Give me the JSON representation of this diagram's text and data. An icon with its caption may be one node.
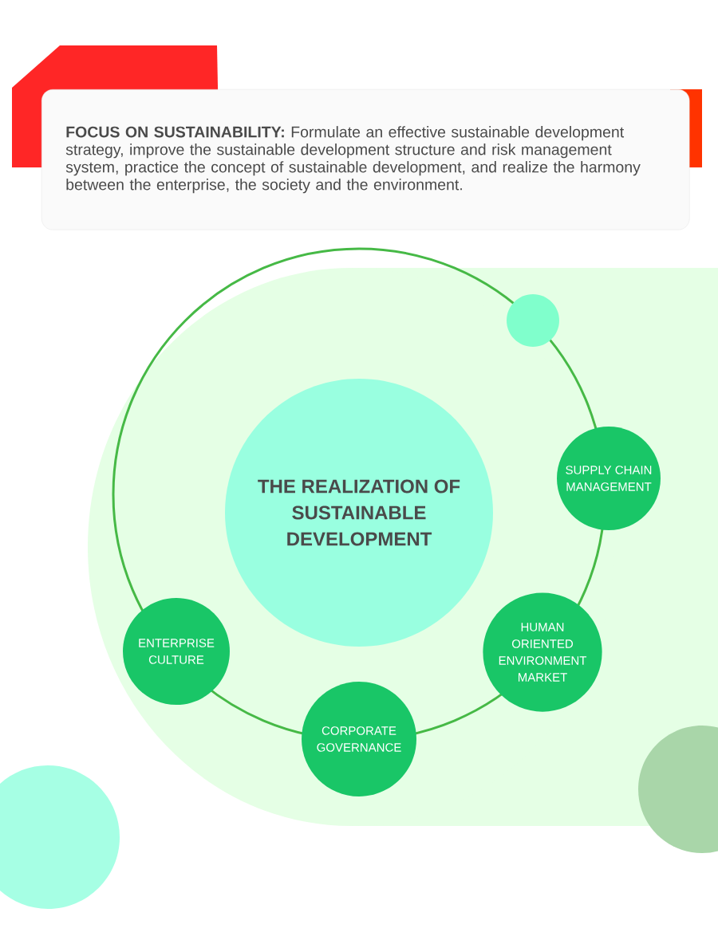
{
  "diagram": {
    "nodes": [
      {
        "text": [
          "**FOCUS ON SUSTAINABILITY:** Formulate an effective sustainable development strategy, improve the sustainable development structure and risk management system, practice the concept of sustainable development, and realize the harmony between the enterprise, the society and the environment."
        ]
      },
      {
        "text": [
          "THE REALIZATION OF SUSTAINABLE DEVELOPMENT"
        ]
      },
      {
        "text": [],
        "shape": "circle"
      },
      {
        "text": [
          "SUPPLY CHAIN MANAGEMENT"
        ]
      },
      {
        "text": [
          "HUMAN ORIENTED ENVIRONMENT MARKET"
        ]
      },
      {
        "text": [
          "CORPORATE GOVERNANCE"
        ]
      },
      {
        "text": [
          "ENTERPRISE CULTURE"
        ]
      }
    ]
  }
}
